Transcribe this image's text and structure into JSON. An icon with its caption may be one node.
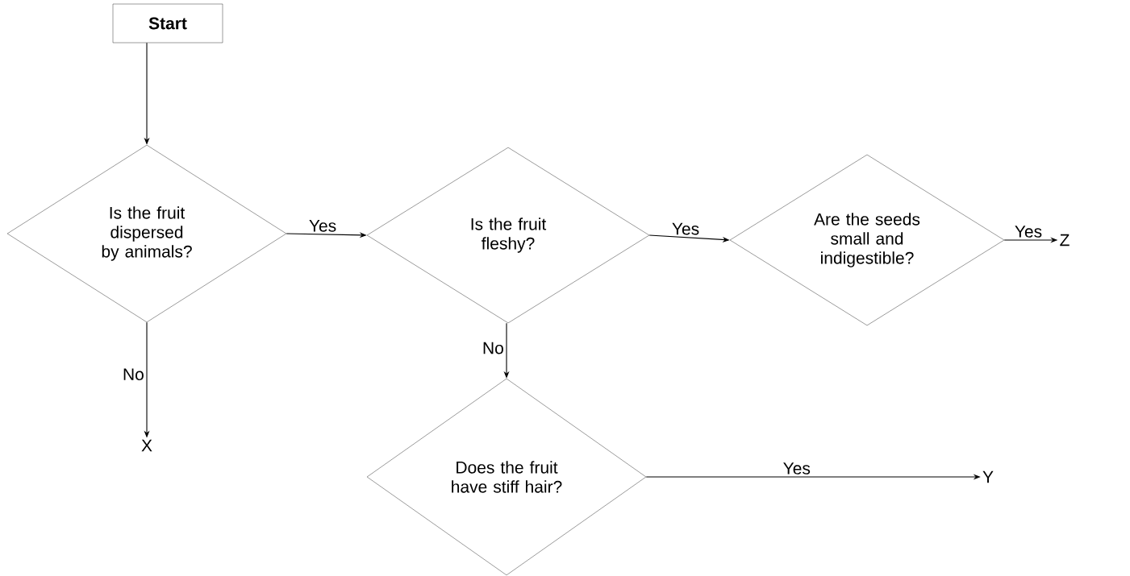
{
  "diagram": {
    "nodes": [
      {
        "text": [
          "Start"
        ]
      },
      {
        "text": [
          "Is the fruit dispersed by animals?"
        ]
      },
      {
        "text": [
          "Is the fruit fleshy?"
        ]
      },
      {
        "text": [
          "Are the seeds small and indigestible?"
        ]
      },
      {
        "text": [
          "Does the fruit have stiff hair?"
        ]
      },
      {
        "text": [
          "X"
        ]
      },
      {
        "text": [
          "Y"
        ]
      },
      {
        "text": [
          "Z"
        ]
      }
    ],
    "edges": [
      {
        "from": 0,
        "to": 1,
        "arrow": "to"
      },
      {
        "from": 1,
        "to": 2,
        "arrow": "to",
        "label": "Yes"
      },
      {
        "from": 1,
        "to": 5,
        "arrow": "to",
        "label": "No"
      },
      {
        "from": 2,
        "to": 3,
        "arrow": "to",
        "label": "Yes"
      },
      {
        "from": 2,
        "to": 4,
        "arrow": "to",
        "label": "No"
      },
      {
        "from": 3,
        "to": 7,
        "arrow": "to",
        "label": "Yes"
      },
      {
        "from": 4,
        "to": 6,
        "arrow": "to",
        "label": "Yes"
      }
    ]
  }
}
